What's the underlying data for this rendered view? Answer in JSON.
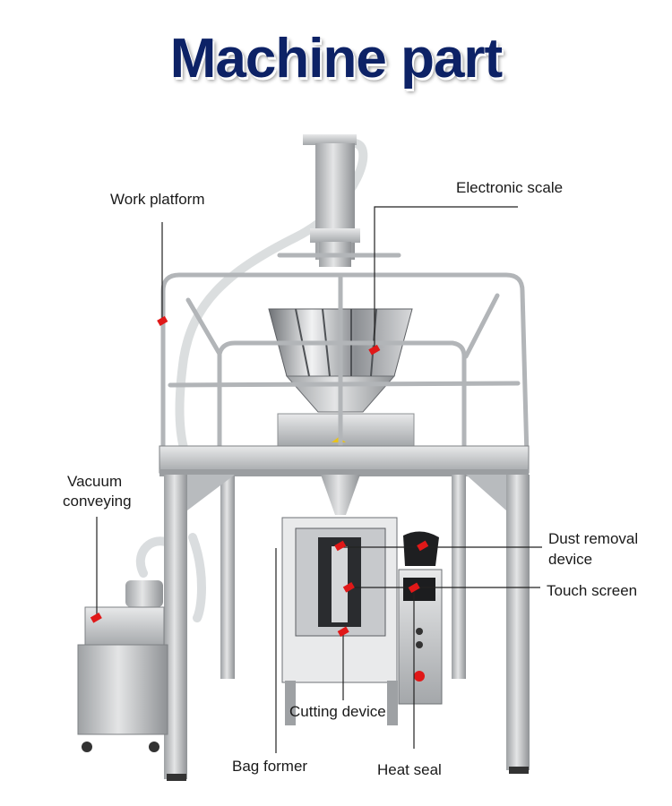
{
  "title": "Machine part",
  "colors": {
    "title": "#0d2266",
    "steel": "#c9cbcd",
    "steel_dark": "#8d9093",
    "marker": "#e01818",
    "leader_line": "#222222"
  },
  "labels": {
    "work_platform": "Work platform",
    "electronic_scale": "Electronic scale",
    "vacuum_conveying_line1": "Vacuum",
    "vacuum_conveying_line2": "conveying",
    "dust_removal_line1": "Dust removal",
    "dust_removal_line2": "device",
    "touch_screen": "Touch screen",
    "cutting_device": "Cutting device",
    "bag_former": "Bag former",
    "heat_seal": "Heat seal"
  }
}
